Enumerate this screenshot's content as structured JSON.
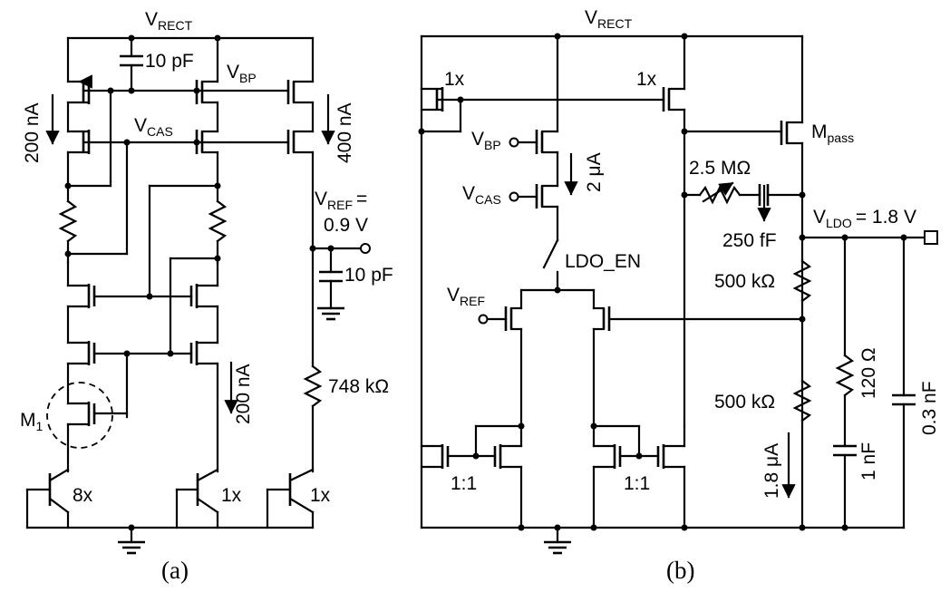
{
  "a": {
    "caption": "(a)",
    "vrect": {
      "main": "V",
      "sub": "RECT"
    },
    "cap_top": "10 pF",
    "vbp": {
      "main": "V",
      "sub": "BP"
    },
    "vcas": {
      "main": "V",
      "sub": "CAS"
    },
    "i_200_left": "200 nA",
    "i_400": "400 nA",
    "vref": {
      "main": "V",
      "sub": "REF",
      "eq": "=",
      "value": "0.9 V"
    },
    "cap_ref": "10 pF",
    "i_200_mid": "200 nA",
    "r_748": "748 kΩ",
    "m1": {
      "main": "M",
      "sub": "1"
    },
    "bjt_8x": "8x",
    "bjt_1x_a": "1x",
    "bjt_1x_b": "1x"
  },
  "b": {
    "caption": "(b)",
    "vrect": {
      "main": "V",
      "sub": "RECT"
    },
    "mirror_1x_left": "1x",
    "mirror_1x_right": "1x",
    "vbp": {
      "main": "V",
      "sub": "BP"
    },
    "vcas": {
      "main": "V",
      "sub": "CAS"
    },
    "i_2ua": "2 μA",
    "mpass": {
      "main": "M",
      "sub": "pass"
    },
    "r_2_5m": "2.5 MΩ",
    "cap_250f": "250 fF",
    "vldo": {
      "main": "V",
      "sub": "LDO",
      "eq": "= 1.8 V"
    },
    "ldo_en": "LDO_EN",
    "vref": {
      "main": "V",
      "sub": "REF"
    },
    "r_500k_top": "500 kΩ",
    "r_500k_bot": "500 kΩ",
    "r_120": "120 Ω",
    "cap_0_3n": "0.3 nF",
    "cap_1n": "1 nF",
    "i_1_8ua": "1.8 μA",
    "ratio_left": "1:1",
    "ratio_right": "1:1"
  }
}
